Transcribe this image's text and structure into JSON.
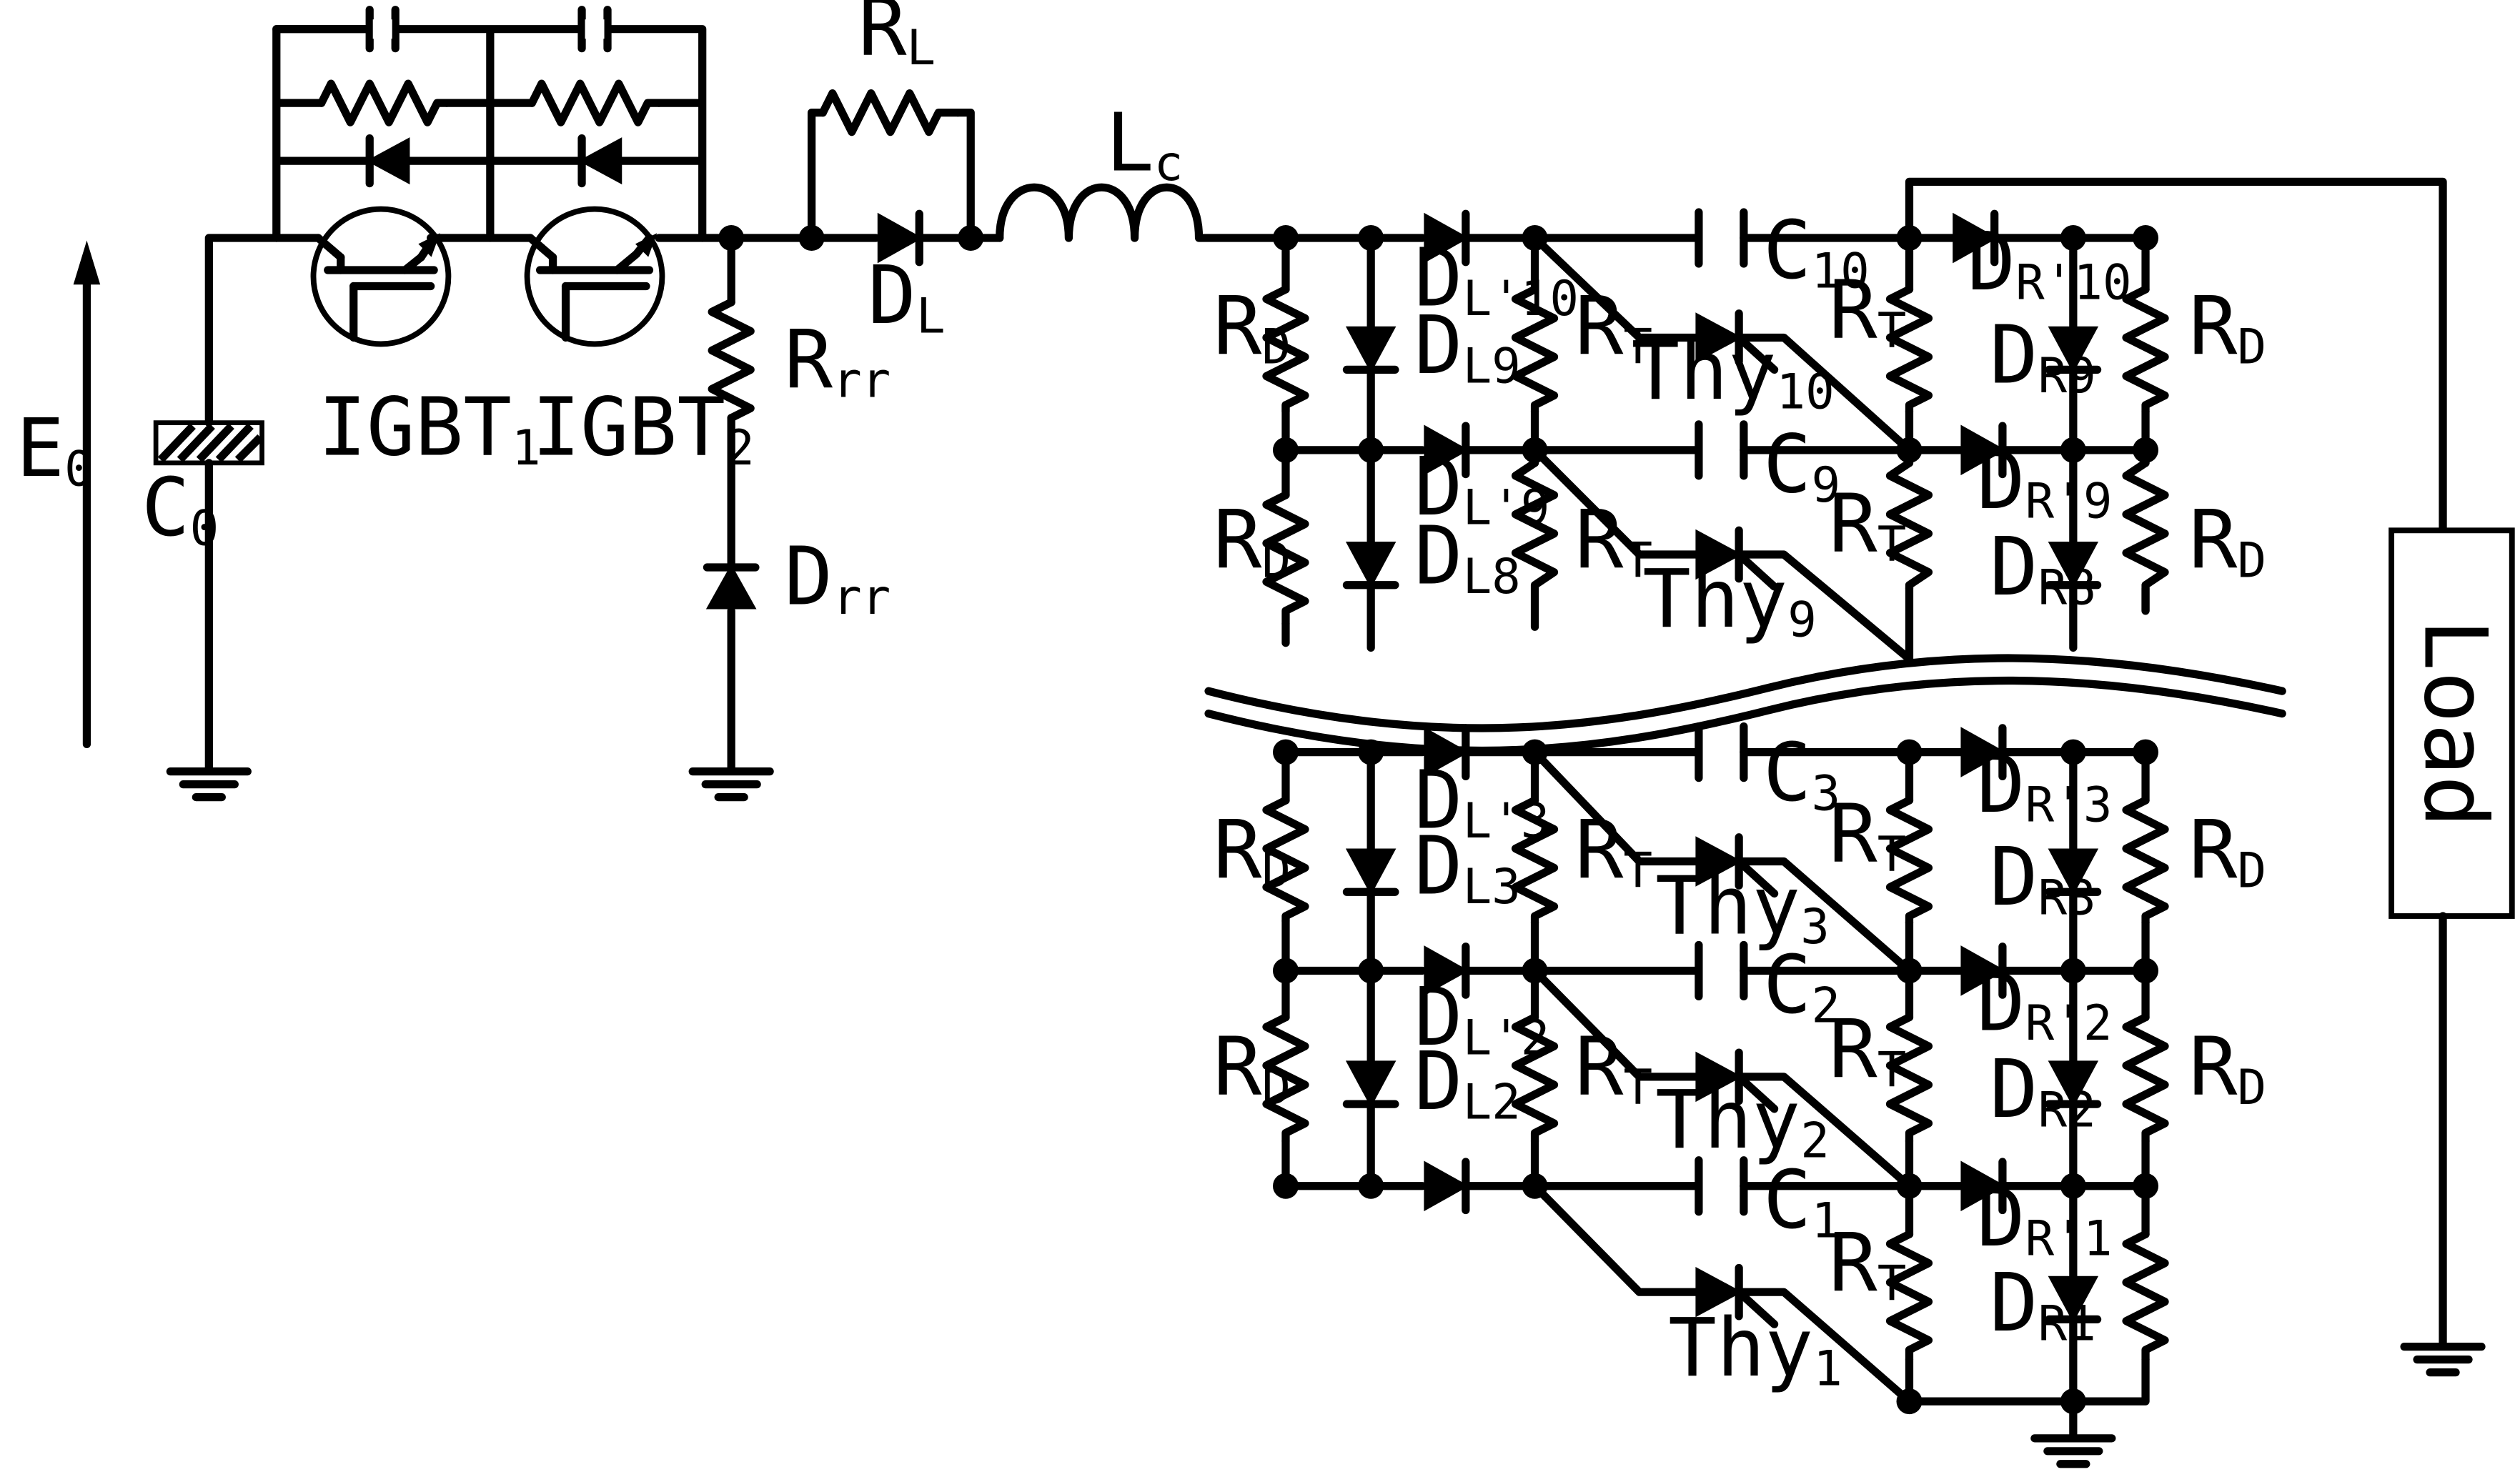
{
  "diagram": {
    "source": {
      "voltage": {
        "main": "E",
        "sub": "0"
      },
      "capacitor": {
        "main": "C",
        "sub": "0"
      }
    },
    "switches": [
      {
        "main": "IGBT",
        "sub": "1"
      },
      {
        "main": "IGBT",
        "sub": "2"
      }
    ],
    "reverse_recovery": {
      "resistor": {
        "main": "R",
        "sub": "rr"
      },
      "diode": {
        "main": "D",
        "sub": "rr"
      }
    },
    "line": {
      "resistor": {
        "main": "R",
        "sub": "L"
      },
      "diode": {
        "main": "D",
        "sub": "L"
      },
      "inductor": {
        "main": "L",
        "sub": "c"
      }
    },
    "stages_top": [
      {
        "rd1": {
          "main": "R",
          "sub": "D"
        },
        "rd2": {
          "main": "R",
          "sub": "D"
        },
        "dlp_a": {
          "main": "D",
          "sub": "L'10"
        },
        "dl_a": {
          "main": "D",
          "sub": "L9"
        },
        "dlp_b": {
          "main": "D",
          "sub": "L'9"
        },
        "dl_b": {
          "main": "D",
          "sub": "L8"
        },
        "rt1": {
          "main": "R",
          "sub": "T"
        },
        "rt2": {
          "main": "R",
          "sub": "T"
        },
        "thy_a": {
          "main": "Thy",
          "sub": "10"
        },
        "thy_b": {
          "main": "Thy",
          "sub": "9"
        },
        "cap_a": {
          "main": "C",
          "sub": "10"
        },
        "cap_b": {
          "main": "C",
          "sub": "9"
        },
        "rt3": {
          "main": "R",
          "sub": "T"
        },
        "rt4": {
          "main": "R",
          "sub": "T"
        },
        "drp_a": {
          "main": "D",
          "sub": "R'10"
        },
        "dr_a": {
          "main": "D",
          "sub": "R9"
        },
        "drp_b": {
          "main": "D",
          "sub": "R'9"
        },
        "dr_b": {
          "main": "D",
          "sub": "R8"
        },
        "rd3": {
          "main": "R",
          "sub": "D"
        },
        "rd4": {
          "main": "R",
          "sub": "D"
        }
      }
    ],
    "stages_bottom": {
      "rd1": {
        "main": "R",
        "sub": "D"
      },
      "rd2": {
        "main": "R",
        "sub": "D"
      },
      "dlp3": {
        "main": "D",
        "sub": "L'3"
      },
      "dl3": {
        "main": "D",
        "sub": "L3"
      },
      "dlp2": {
        "main": "D",
        "sub": "L'2"
      },
      "dl2": {
        "main": "D",
        "sub": "L2"
      },
      "rt1": {
        "main": "R",
        "sub": "T"
      },
      "rt2": {
        "main": "R",
        "sub": "T"
      },
      "thy3": {
        "main": "Thy",
        "sub": "3"
      },
      "thy2": {
        "main": "Thy",
        "sub": "2"
      },
      "thy1": {
        "main": "Thy",
        "sub": "1"
      },
      "cap3": {
        "main": "C",
        "sub": "3"
      },
      "cap2": {
        "main": "C",
        "sub": "2"
      },
      "cap1": {
        "main": "C",
        "sub": "1"
      },
      "rt3": {
        "main": "R",
        "sub": "T"
      },
      "rt4": {
        "main": "R",
        "sub": "T"
      },
      "rt5": {
        "main": "R",
        "sub": "T"
      },
      "drp3": {
        "main": "D",
        "sub": "R'3"
      },
      "dr3": {
        "main": "D",
        "sub": "R3"
      },
      "drp2": {
        "main": "D",
        "sub": "R'2"
      },
      "dr2": {
        "main": "D",
        "sub": "R2"
      },
      "drp1": {
        "main": "D",
        "sub": "R'1"
      },
      "dr1": {
        "main": "D",
        "sub": "R1"
      },
      "rd3": {
        "main": "R",
        "sub": "D"
      },
      "rd4": {
        "main": "R",
        "sub": "D"
      }
    },
    "load": "Load"
  }
}
